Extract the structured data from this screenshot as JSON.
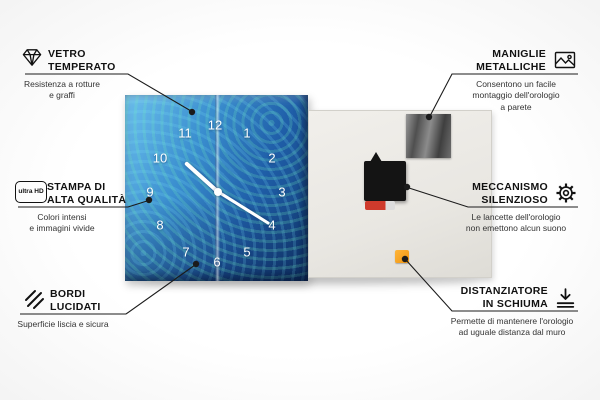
{
  "page": {
    "background": "#ffffff"
  },
  "product": {
    "clock_front": {
      "numbers": [
        "1",
        "2",
        "3",
        "4",
        "5",
        "6",
        "7",
        "8",
        "9",
        "10",
        "11",
        "12"
      ],
      "colors": {
        "glass_light": "#6cc0ee",
        "glass_mid": "#2f7fc4",
        "glass_dark": "#123c74",
        "pattern_teal": "#49d6a8",
        "numbers": "#ffffff",
        "hands": "#ffffff"
      }
    },
    "clock_back": {
      "colors": {
        "panel": "#edebe7",
        "metal_plate": "#6e6e6e",
        "mechanism": "#141414",
        "battery": "#cf3a2c",
        "foam_spacer": "#f5a01a"
      }
    }
  },
  "callouts": [
    {
      "id": "vetro-temperato",
      "side": "left",
      "icon": "diamond-icon",
      "title": "VETRO\nTEMPERATO",
      "desc": "Resistenza a rotture\ne graffi"
    },
    {
      "id": "stampa-alta-qualita",
      "side": "left",
      "icon": "ultra-hd-icon",
      "icon_label": "ultra HD",
      "title": "STAMPA DI\nALTA QUALITÀ",
      "desc": "Colori intensi\ne immagini vivide"
    },
    {
      "id": "bordi-lucidati",
      "side": "left",
      "icon": "polished-edges-icon",
      "title": "BORDI\nLUCIDATI",
      "desc": "Superficie liscia e sicura"
    },
    {
      "id": "maniglie-metalliche",
      "side": "right",
      "icon": "picture-frame-icon",
      "title": "MANIGLIE\nMETALLICHE",
      "desc": "Consentono un facile\nmontaggio dell'orologio\na parete"
    },
    {
      "id": "meccanismo-silenzioso",
      "side": "right",
      "icon": "gear-icon",
      "title": "MECCANISMO\nSILENZIOSO",
      "desc": "Le lancette dell'orologio\nnon emettono alcun suono"
    },
    {
      "id": "distanziatore-in-schiuma",
      "side": "right",
      "icon": "down-arrow-wall-icon",
      "title": "DISTANZIATORE\nIN SCHIUMA",
      "desc": "Permette di mantenere l'orologio\nad uguale distanza dal muro"
    }
  ]
}
